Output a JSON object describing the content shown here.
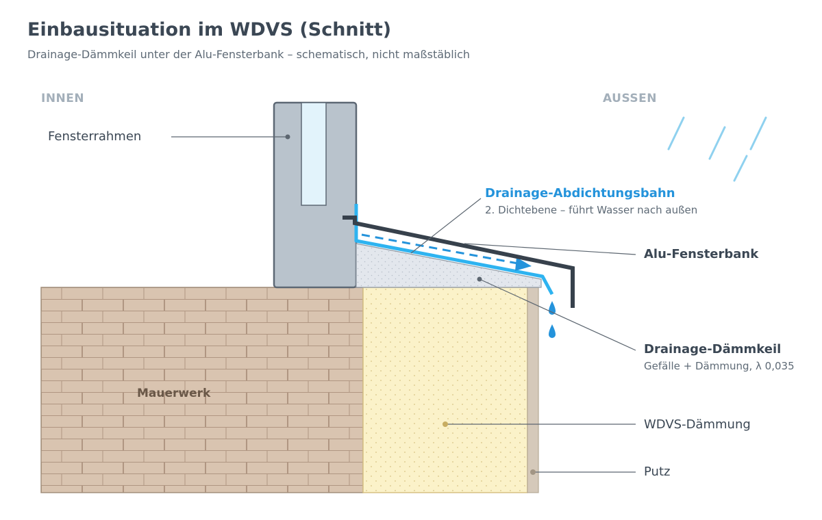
{
  "title": "Einbausituation im WDVS (Schnitt)",
  "subtitle": "Drainage-Dämmkeil unter der Alu-Fensterbank – schematisch, nicht maßstäblich",
  "sides": {
    "inside": "INNEN",
    "outside": "AUSSEN"
  },
  "labels": {
    "window_frame": "Fensterrahmen",
    "membrane": "Drainage-Abdichtungsbahn",
    "membrane_note": "2. Dichtebene – führt Wasser nach außen",
    "sill": "Alu-Fensterbank",
    "wedge": "Drainage-Dämmkeil",
    "wedge_note": "Gefälle + Dämmung, λ 0,035",
    "masonry": "Mauerwerk",
    "insulation": "WDVS-Dämmung",
    "plaster": "Putz"
  },
  "colors": {
    "text_dark": "#3b4754",
    "text_muted": "#5e6a76",
    "side_label": "#a3afba",
    "accent_blue": "#2493db",
    "membrane": "#2eb3f0",
    "brick": "#d9c4b0",
    "insulation": "#fbf2c9",
    "plaster": "#d5c9ba",
    "frame": "#b9c3cc",
    "wedge": "#e3e7ed",
    "sill": "#37414c",
    "rain": "#8fd1ef"
  }
}
